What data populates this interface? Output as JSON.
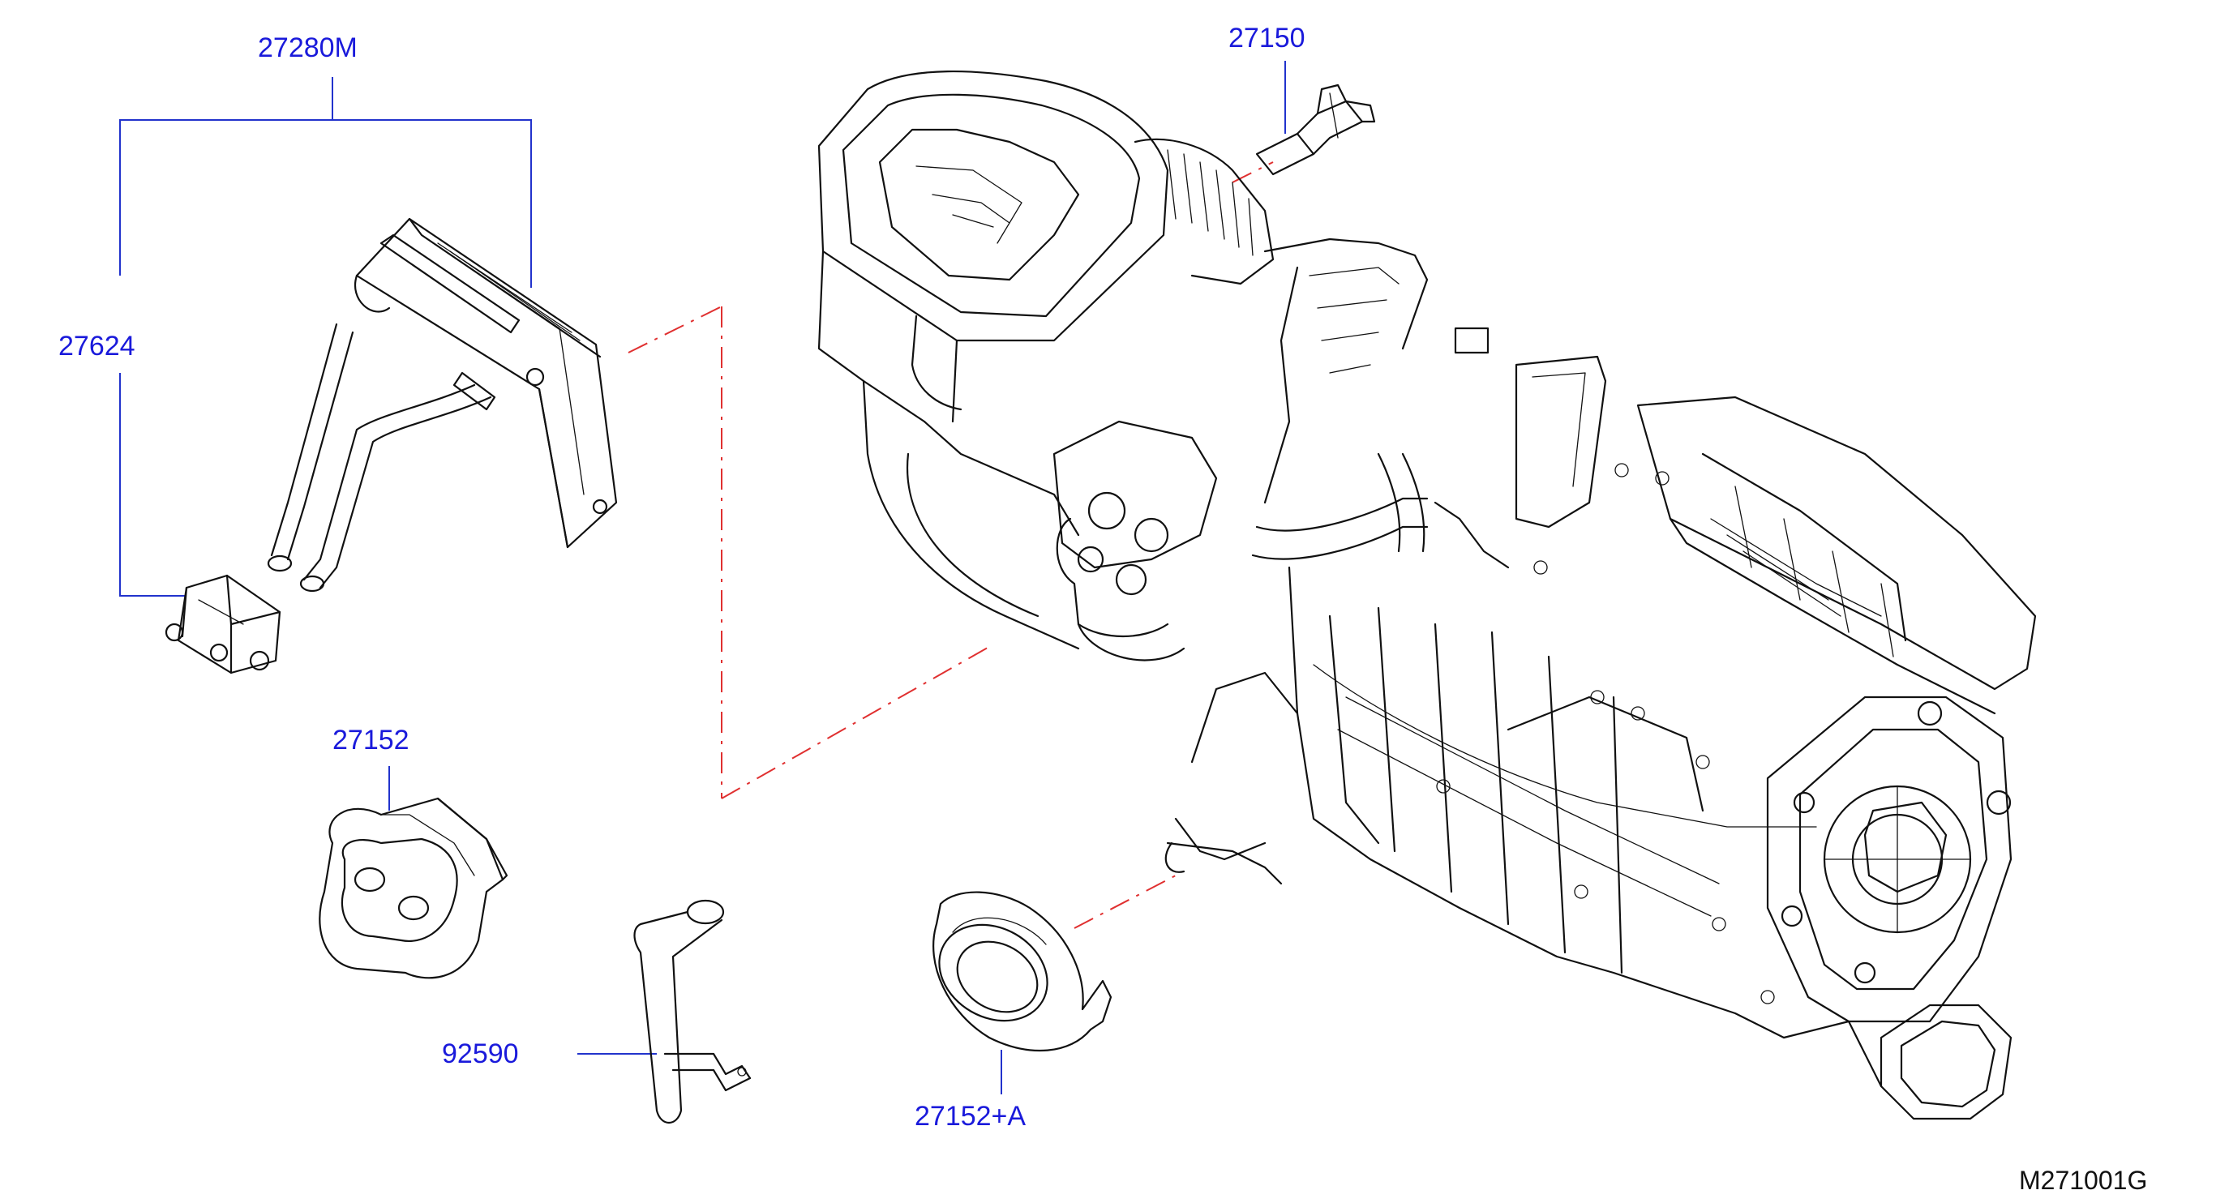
{
  "diagram_code": "M271001G",
  "callouts": [
    {
      "id": "27280M",
      "text": "27280M"
    },
    {
      "id": "27624",
      "text": "27624"
    },
    {
      "id": "27150",
      "text": "27150"
    },
    {
      "id": "27152",
      "text": "27152"
    },
    {
      "id": "92590",
      "text": "92590"
    },
    {
      "id": "27152A",
      "text": "27152+A"
    }
  ],
  "colors": {
    "callout_text": "#1a1adb",
    "leader_line": "#2233cc",
    "phantom_line": "#e03030",
    "drawing": "#111111",
    "background": "#ffffff"
  }
}
